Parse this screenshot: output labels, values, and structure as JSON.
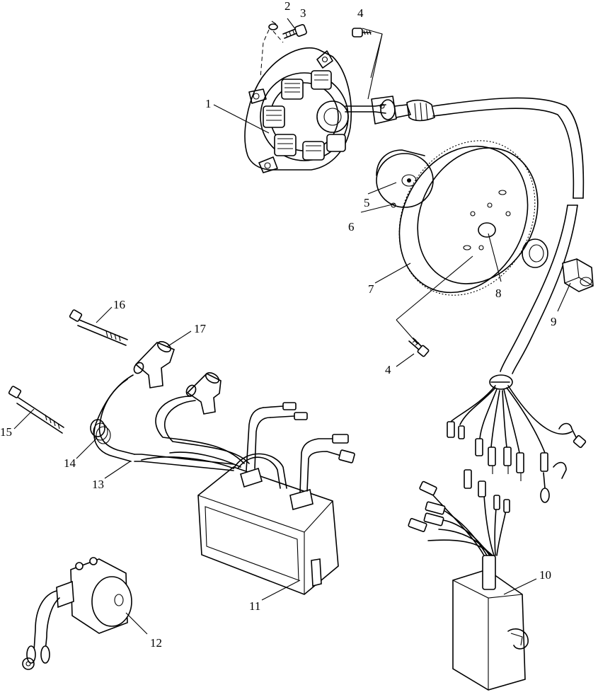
{
  "callouts": {
    "c1": "1",
    "c2": "2",
    "c3": "3",
    "c4_top": "4",
    "c4_bottom": "4",
    "c5": "5",
    "c6": "6",
    "c7": "7",
    "c8": "8",
    "c9": "9",
    "c10": "10",
    "c11": "11",
    "c12": "12",
    "c13": "13",
    "c14": "14",
    "c15": "15",
    "c16": "16",
    "c17": "17"
  }
}
